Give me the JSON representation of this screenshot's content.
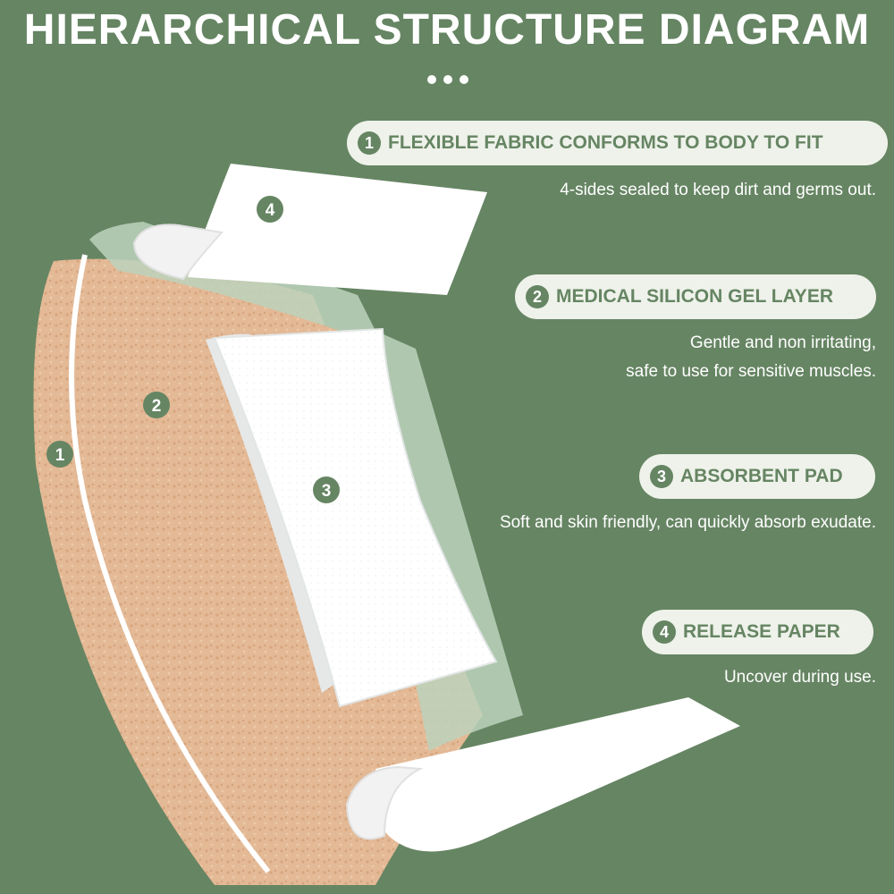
{
  "title": "HIERARCHICAL STRUCTURE DIAGRAM",
  "colors": {
    "background": "#668563",
    "accent": "#668563",
    "pill": "#eef2ea",
    "fabric": "#e3b996",
    "gel": "#bcd2bc",
    "pad": "#ffffff"
  },
  "layers": [
    {
      "number": "1",
      "label": "FLEXIBLE FABRIC CONFORMS TO BODY TO FIT",
      "description": [
        "4-sides sealed to keep dirt and germs out."
      ]
    },
    {
      "number": "2",
      "label": "MEDICAL SILICON GEL LAYER",
      "description": [
        "Gentle and non irritating,",
        "safe to use for sensitive muscles."
      ]
    },
    {
      "number": "3",
      "label": "ABSORBENT PAD",
      "description": [
        "Soft and skin friendly, can quickly absorb exudate."
      ]
    },
    {
      "number": "4",
      "label": "RELEASE PAPER",
      "description": [
        "Uncover during use."
      ]
    }
  ],
  "markers": [
    "1",
    "2",
    "3",
    "4"
  ]
}
